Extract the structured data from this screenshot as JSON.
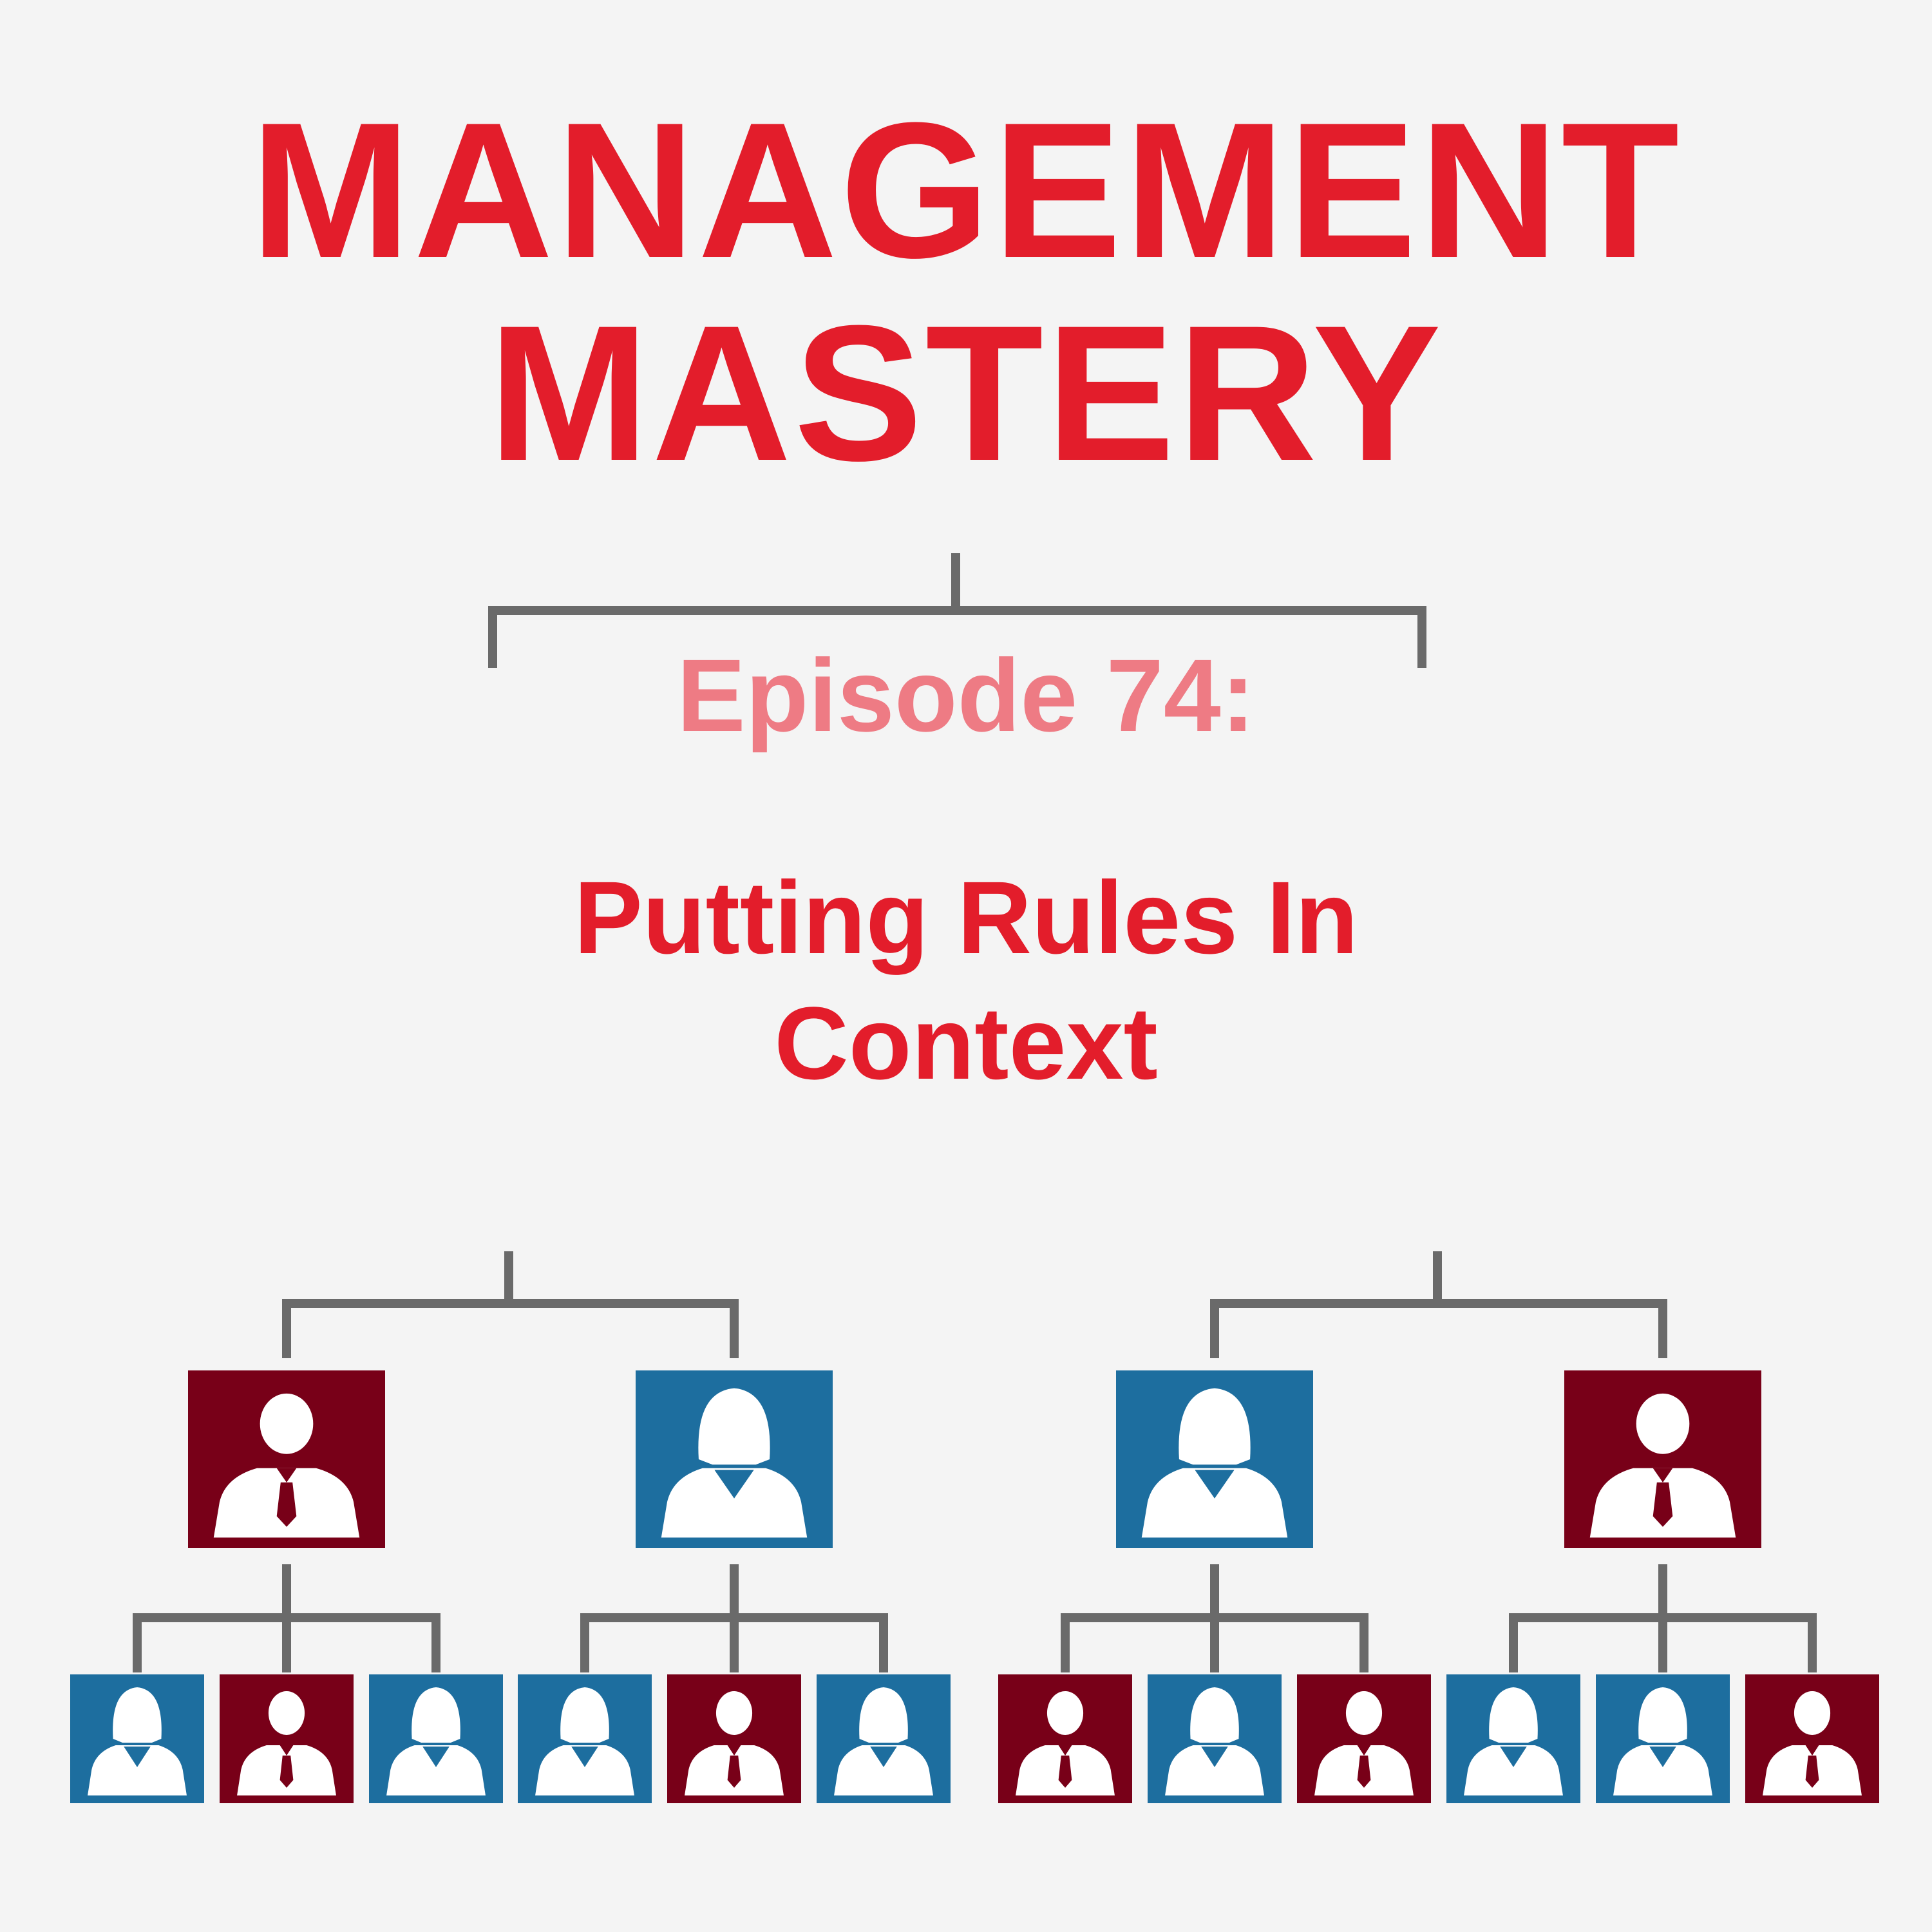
{
  "title": {
    "line1": "MANAGEMENT",
    "line2": "MASTERY"
  },
  "episode": "Episode 74:",
  "subtitle": {
    "line1": "Putting Rules In",
    "line2": "Context"
  },
  "colors": {
    "title": "#e31d2b",
    "episode": "#ee7b84",
    "connector": "#6a6a6a",
    "blue_tile": "#1d6e9f",
    "maroon_tile": "#780018",
    "silhouette": "#ffffff"
  },
  "org_chart": {
    "groups": [
      {
        "manager": "male",
        "team": [
          "female",
          "male",
          "female"
        ]
      },
      {
        "manager": "female",
        "team": [
          "female",
          "male",
          "female"
        ]
      },
      {
        "manager": "female",
        "team": [
          "male",
          "female",
          "male"
        ]
      },
      {
        "manager": "male",
        "team": [
          "female",
          "female",
          "male"
        ]
      }
    ]
  }
}
